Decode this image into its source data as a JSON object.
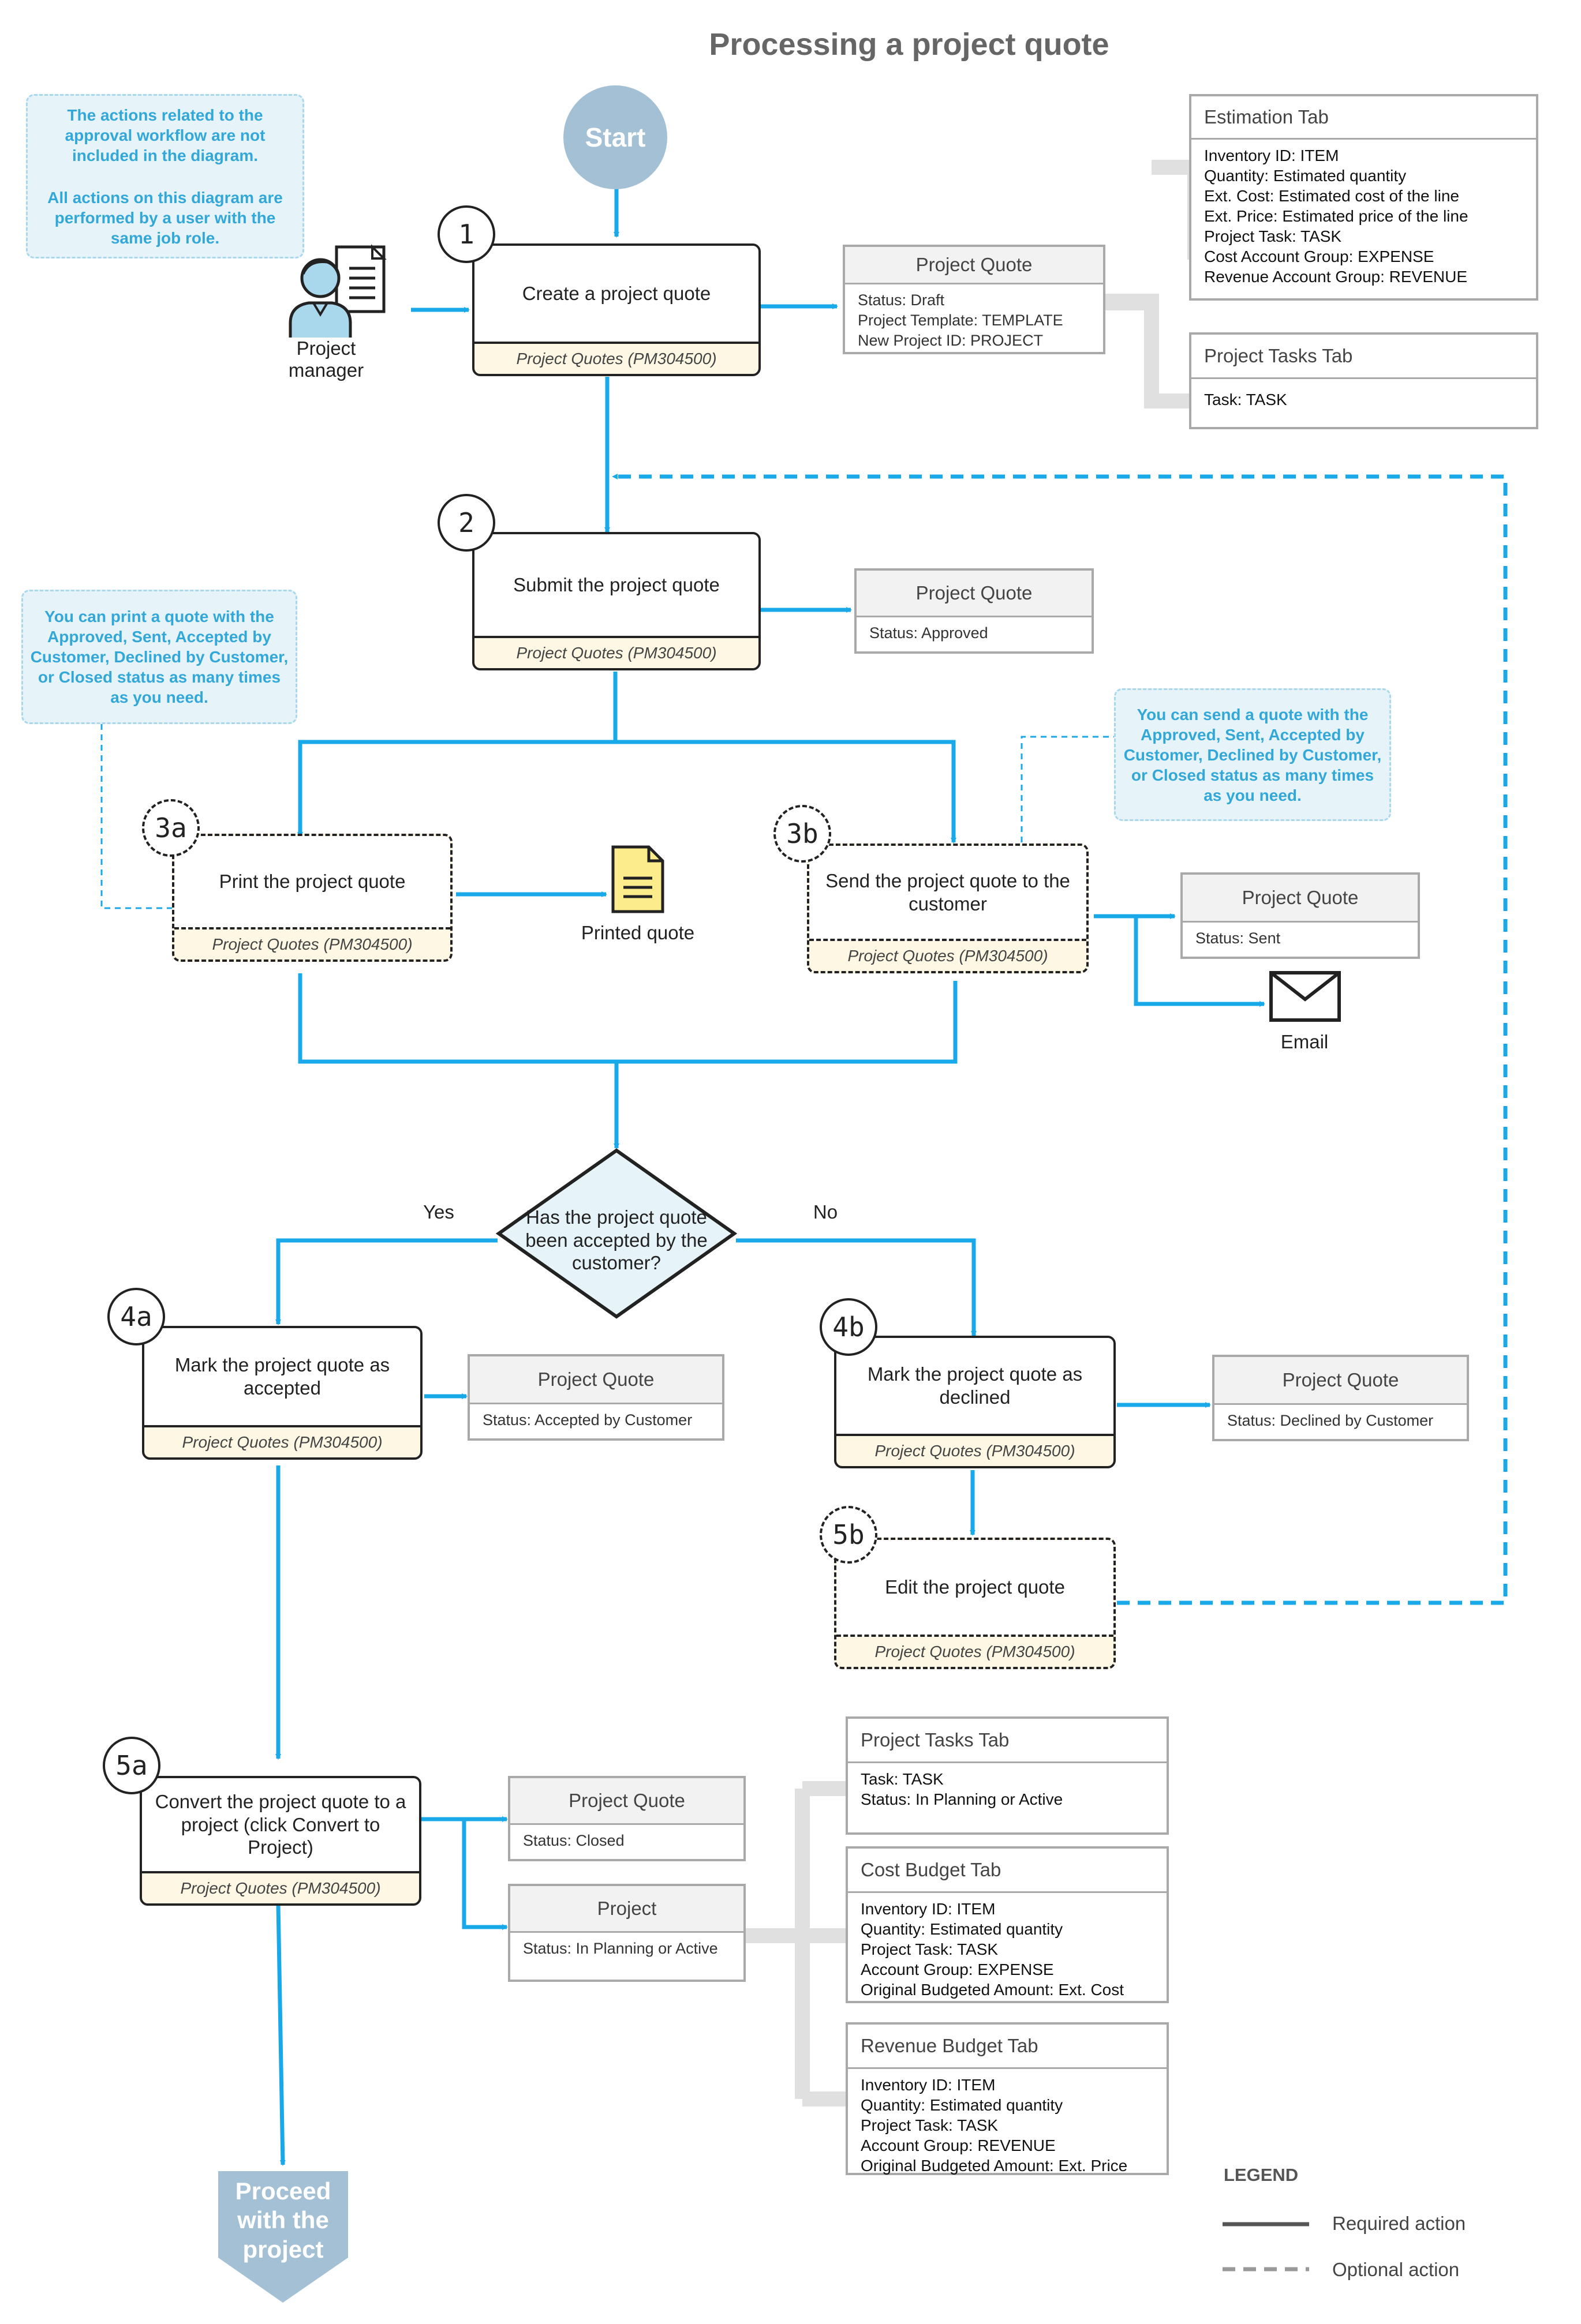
{
  "title": "Processing a project quote",
  "notes": {
    "approval_line1": "The actions related to the approval workflow are not included in the diagram.",
    "approval_line2": "All actions on this diagram are performed by a user with the same job role.",
    "print": "You can print a quote with the Approved, Sent, Accepted by Customer, Declined by Customer, or Closed status as many times as you need.",
    "send": "You can send a quote with the Approved, Sent, Accepted by Customer, Declined by Customer, or Closed status as many times as you need."
  },
  "start_label": "Start",
  "end_label": "Proceed with the project",
  "actor_label": "Project manager",
  "form_name": "Project Quotes (PM304500)",
  "steps": {
    "s1": {
      "num": "1",
      "label": "Create a project quote"
    },
    "s2": {
      "num": "2",
      "label": "Submit the project quote"
    },
    "s3a": {
      "num": "3a",
      "label": "Print the project quote"
    },
    "s3b": {
      "num": "3b",
      "label": "Send the project quote to the customer"
    },
    "s4a": {
      "num": "4a",
      "label": "Mark the project quote as accepted"
    },
    "s4b": {
      "num": "4b",
      "label": "Mark the project quote as declined"
    },
    "s5a": {
      "num": "5a",
      "label": "Convert the project quote to a project (click Convert to Project)"
    },
    "s5b": {
      "num": "5b",
      "label": "Edit the project quote"
    }
  },
  "decision": {
    "label": "Has the project quote been accepted by the customer?",
    "yes": "Yes",
    "no": "No"
  },
  "entities": {
    "q1": {
      "header": "Project Quote",
      "lines": [
        "Status: Draft",
        "Project Template: TEMPLATE",
        "New Project ID: PROJECT"
      ]
    },
    "q2": {
      "header": "Project Quote",
      "lines": [
        "Status: Approved"
      ]
    },
    "q3b": {
      "header": "Project Quote",
      "lines": [
        "Status: Sent"
      ]
    },
    "q4a": {
      "header": "Project Quote",
      "lines": [
        "Status: Accepted by Customer"
      ]
    },
    "q4b": {
      "header": "Project Quote",
      "lines": [
        "Status: Declined by Customer"
      ]
    },
    "q5": {
      "header": "Project Quote",
      "lines": [
        "Status: Closed"
      ]
    },
    "proj": {
      "header": "Project",
      "lines": [
        "Status: In Planning or Active"
      ]
    }
  },
  "tabs": {
    "est": {
      "header": "Estimation Tab",
      "lines": [
        "Inventory ID: ITEM",
        "Quantity: Estimated quantity",
        "Ext. Cost:  Estimated cost of the line",
        "Ext. Price: Estimated price of the line",
        "Project Task: TASK",
        "Cost Account Group: EXPENSE",
        "Revenue Account Group: REVENUE"
      ]
    },
    "tasks1": {
      "header": "Project Tasks Tab",
      "lines": [
        "Task: TASK"
      ]
    },
    "tasks2": {
      "header": "Project Tasks Tab",
      "lines": [
        "Task: TASK",
        "Status: In Planning or Active"
      ]
    },
    "cost": {
      "header": "Cost Budget Tab",
      "lines": [
        "Inventory ID: ITEM",
        "Quantity: Estimated quantity",
        "Project Task: TASK",
        "Account Group: EXPENSE",
        "Original Budgeted Amount: Ext. Cost"
      ]
    },
    "rev": {
      "header": "Revenue Budget Tab",
      "lines": [
        "Inventory ID: ITEM",
        "Quantity: Estimated quantity",
        "Project Task: TASK",
        "Account Group: REVENUE",
        "Original Budgeted Amount: Ext. Price"
      ]
    }
  },
  "outputs": {
    "printed": "Printed quote",
    "email": "Email"
  },
  "legend": {
    "title": "LEGEND",
    "required": "Required action",
    "optional": "Optional action"
  },
  "colors": {
    "flow": "#19a9e8",
    "start": "#a4c0d4",
    "form_band": "#fdf7e4",
    "note_bg": "#e6f4fa",
    "note_text": "#33a8d8",
    "connector_gray": "#e0e0e0"
  }
}
